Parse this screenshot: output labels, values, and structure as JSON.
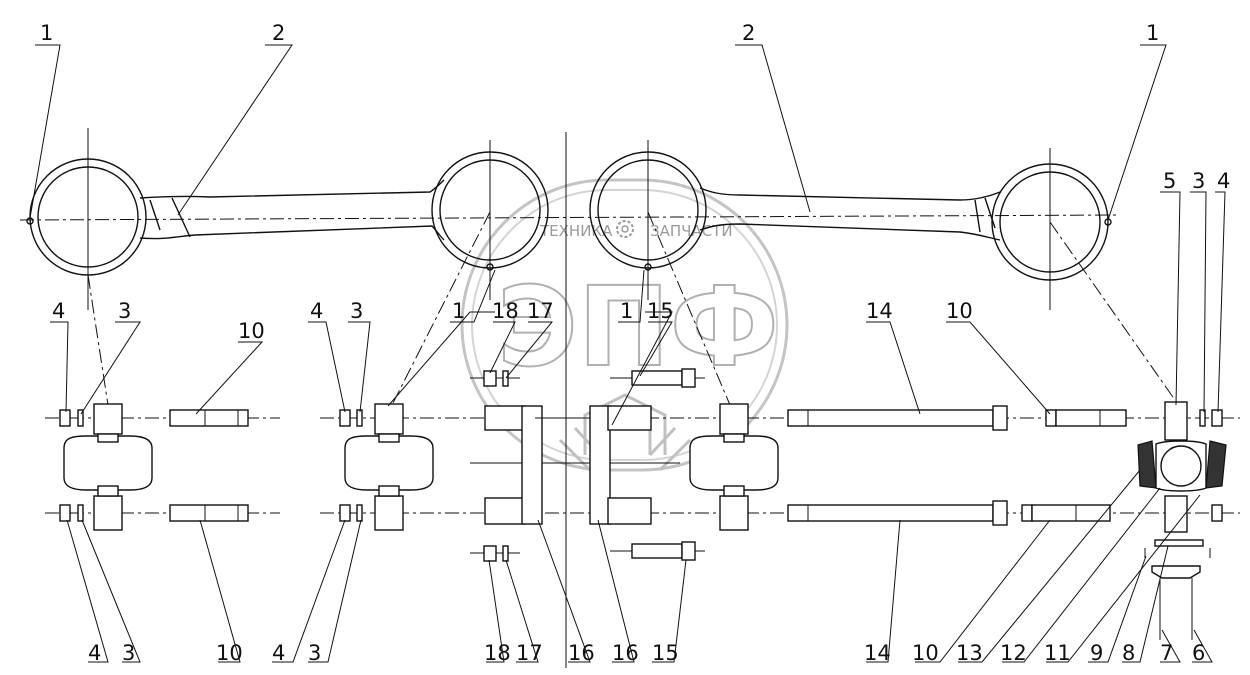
{
  "callouts": {
    "top_1_left": "1",
    "top_2_left": "2",
    "top_2_right": "2",
    "top_1_right": "1",
    "r_5": "5",
    "r_3": "3",
    "r_4": "4",
    "m_4a": "4",
    "m_3a": "3",
    "m_10a": "10",
    "m_4b": "4",
    "m_3b": "3",
    "m_1a": "1",
    "m_18": "18",
    "m_17": "17",
    "m_1b": "1",
    "m_15": "15",
    "m_14": "14",
    "m_10b": "10",
    "b_4a": "4",
    "b_3a": "3",
    "b_10a": "10",
    "b_4b": "4",
    "b_3b": "3",
    "b_18": "18",
    "b_17": "17",
    "b_16a": "16",
    "b_16b": "16",
    "b_15": "15",
    "b_14": "14",
    "b_10b": "10",
    "b_13": "13",
    "b_12": "12",
    "b_11": "11",
    "b_9": "9",
    "b_8": "8",
    "b_7": "7",
    "b_6": "6"
  },
  "watermark": {
    "brand_left": "ТЕХНИКА",
    "brand_right": "ЗАПЧАСТИ",
    "logo": "ЭПФ"
  },
  "icons": {
    "gear": "gear-icon"
  }
}
